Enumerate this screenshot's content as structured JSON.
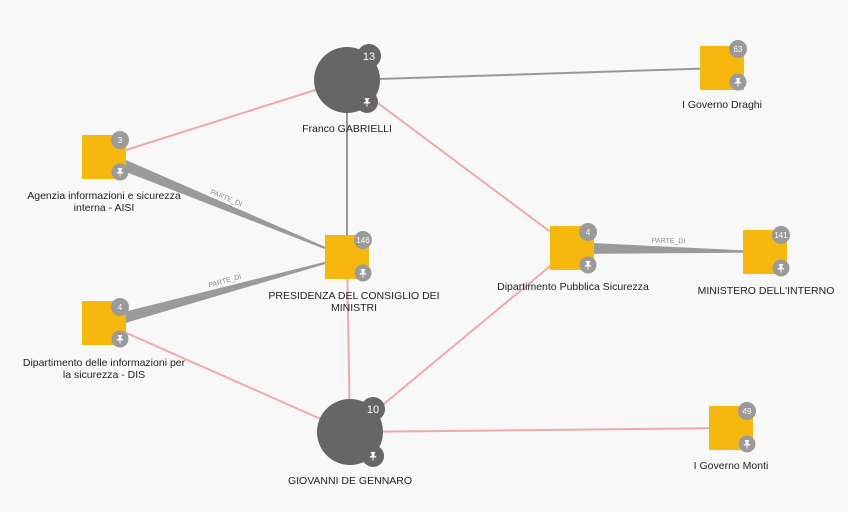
{
  "colors": {
    "person": "#666666",
    "organization": "#f6b80e",
    "badge": "#9a9a9a",
    "edge_person": "#f0a8a8",
    "edge_neutral": "#999999",
    "edge_parte_di": "#9a9a9a",
    "background": "#f8f8f8"
  },
  "icons": {
    "pin": "pin-icon"
  },
  "nodes": [
    {
      "id": "gabrielli",
      "type": "person",
      "badge": "13",
      "label_lines": [
        "Franco GABRIELLI"
      ]
    },
    {
      "id": "draghi",
      "type": "organization",
      "badge": "63",
      "label_lines": [
        "I Governo Draghi"
      ]
    },
    {
      "id": "aisi",
      "type": "organization",
      "badge": "3",
      "label_lines": [
        "Agenzia informazioni e sicurezza",
        "interna - AISI"
      ]
    },
    {
      "id": "presidenza",
      "type": "organization",
      "badge": "146",
      "label_lines": [
        "PRESIDENZA DEL CONSIGLIO DEI",
        "MINISTRI"
      ]
    },
    {
      "id": "dps",
      "type": "organization",
      "badge": "4",
      "label_lines": [
        "Dipartimento Pubblica Sicurezza"
      ]
    },
    {
      "id": "interno",
      "type": "organization",
      "badge": "141",
      "label_lines": [
        "MINISTERO DELL'INTERNO"
      ]
    },
    {
      "id": "dis",
      "type": "organization",
      "badge": "4",
      "label_lines": [
        "Dipartimento delle informazioni per",
        "la sicurezza - DIS"
      ]
    },
    {
      "id": "degennaro",
      "type": "person",
      "badge": "10",
      "label_lines": [
        "GIOVANNI DE GENNARO"
      ]
    },
    {
      "id": "monti",
      "type": "organization",
      "badge": "49",
      "label_lines": [
        "I Governo Monti"
      ]
    }
  ],
  "edges": [
    {
      "from": "gabrielli",
      "to": "draghi",
      "kind": "neutral",
      "label": ""
    },
    {
      "from": "gabrielli",
      "to": "aisi",
      "kind": "person",
      "label": ""
    },
    {
      "from": "gabrielli",
      "to": "presidenza",
      "kind": "neutral",
      "label": ""
    },
    {
      "from": "gabrielli",
      "to": "dps",
      "kind": "person",
      "label": ""
    },
    {
      "from": "aisi",
      "to": "presidenza",
      "kind": "parte_di",
      "label": "PARTE_DI"
    },
    {
      "from": "dis",
      "to": "presidenza",
      "kind": "parte_di",
      "label": "PARTE_DI"
    },
    {
      "from": "dps",
      "to": "interno",
      "kind": "parte_di",
      "label": "PARTE_DI"
    },
    {
      "from": "dis",
      "to": "degennaro",
      "kind": "person",
      "label": ""
    },
    {
      "from": "presidenza",
      "to": "degennaro",
      "kind": "person",
      "label": ""
    },
    {
      "from": "dps",
      "to": "degennaro",
      "kind": "person",
      "label": ""
    },
    {
      "from": "degennaro",
      "to": "monti",
      "kind": "person",
      "label": ""
    }
  ]
}
